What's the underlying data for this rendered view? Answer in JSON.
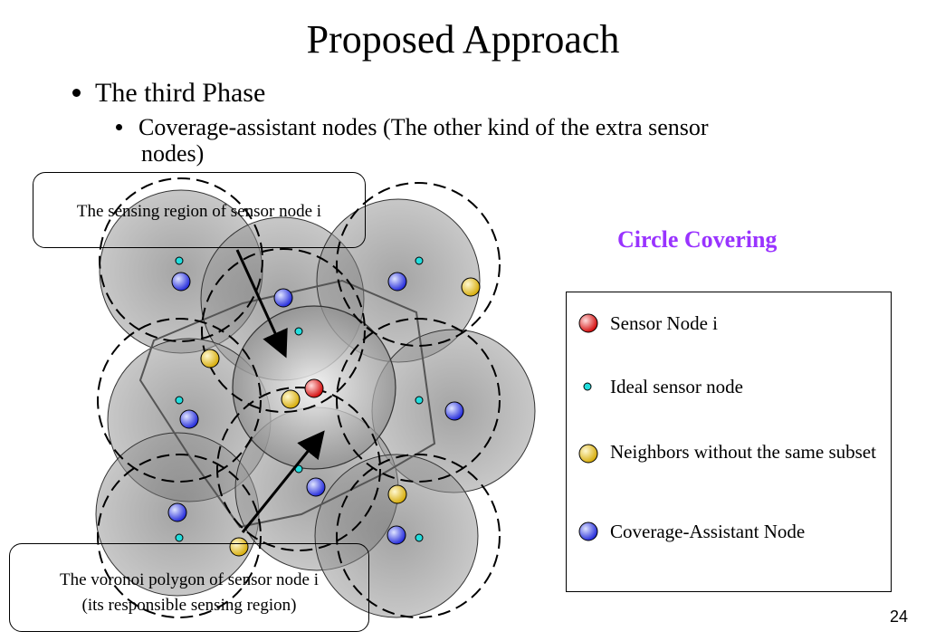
{
  "slide": {
    "title": "Proposed Approach",
    "bullet_level1": "The third Phase",
    "bullet_level2_line1": "Coverage-assistant nodes (The other kind of the extra sensor",
    "bullet_level2_line2": "nodes)",
    "page_number": "24"
  },
  "diagram": {
    "callout_top": "The sensing region of sensor node i",
    "callout_bottom_line1": "The voronoi polygon of sensor node i",
    "callout_bottom_line2": "(its responsible sensing region)",
    "side_heading": "Circle Covering",
    "colors": {
      "sensor_node": "#e52222",
      "ideal_node": "#22dddd",
      "neighbor": "#e8c22a",
      "coverage_assistant": "#3344ee",
      "heading": "#9933ff"
    }
  },
  "legend": {
    "items": [
      {
        "label": "Sensor Node i",
        "icon": "red-sensor-node-icon"
      },
      {
        "label": "Ideal sensor node",
        "icon": "cyan-ideal-node-icon"
      },
      {
        "label": "Neighbors without the same subset",
        "icon": "yellow-neighbor-icon"
      },
      {
        "label": "Coverage-Assistant Node",
        "icon": "blue-coverage-assistant-icon"
      }
    ]
  }
}
